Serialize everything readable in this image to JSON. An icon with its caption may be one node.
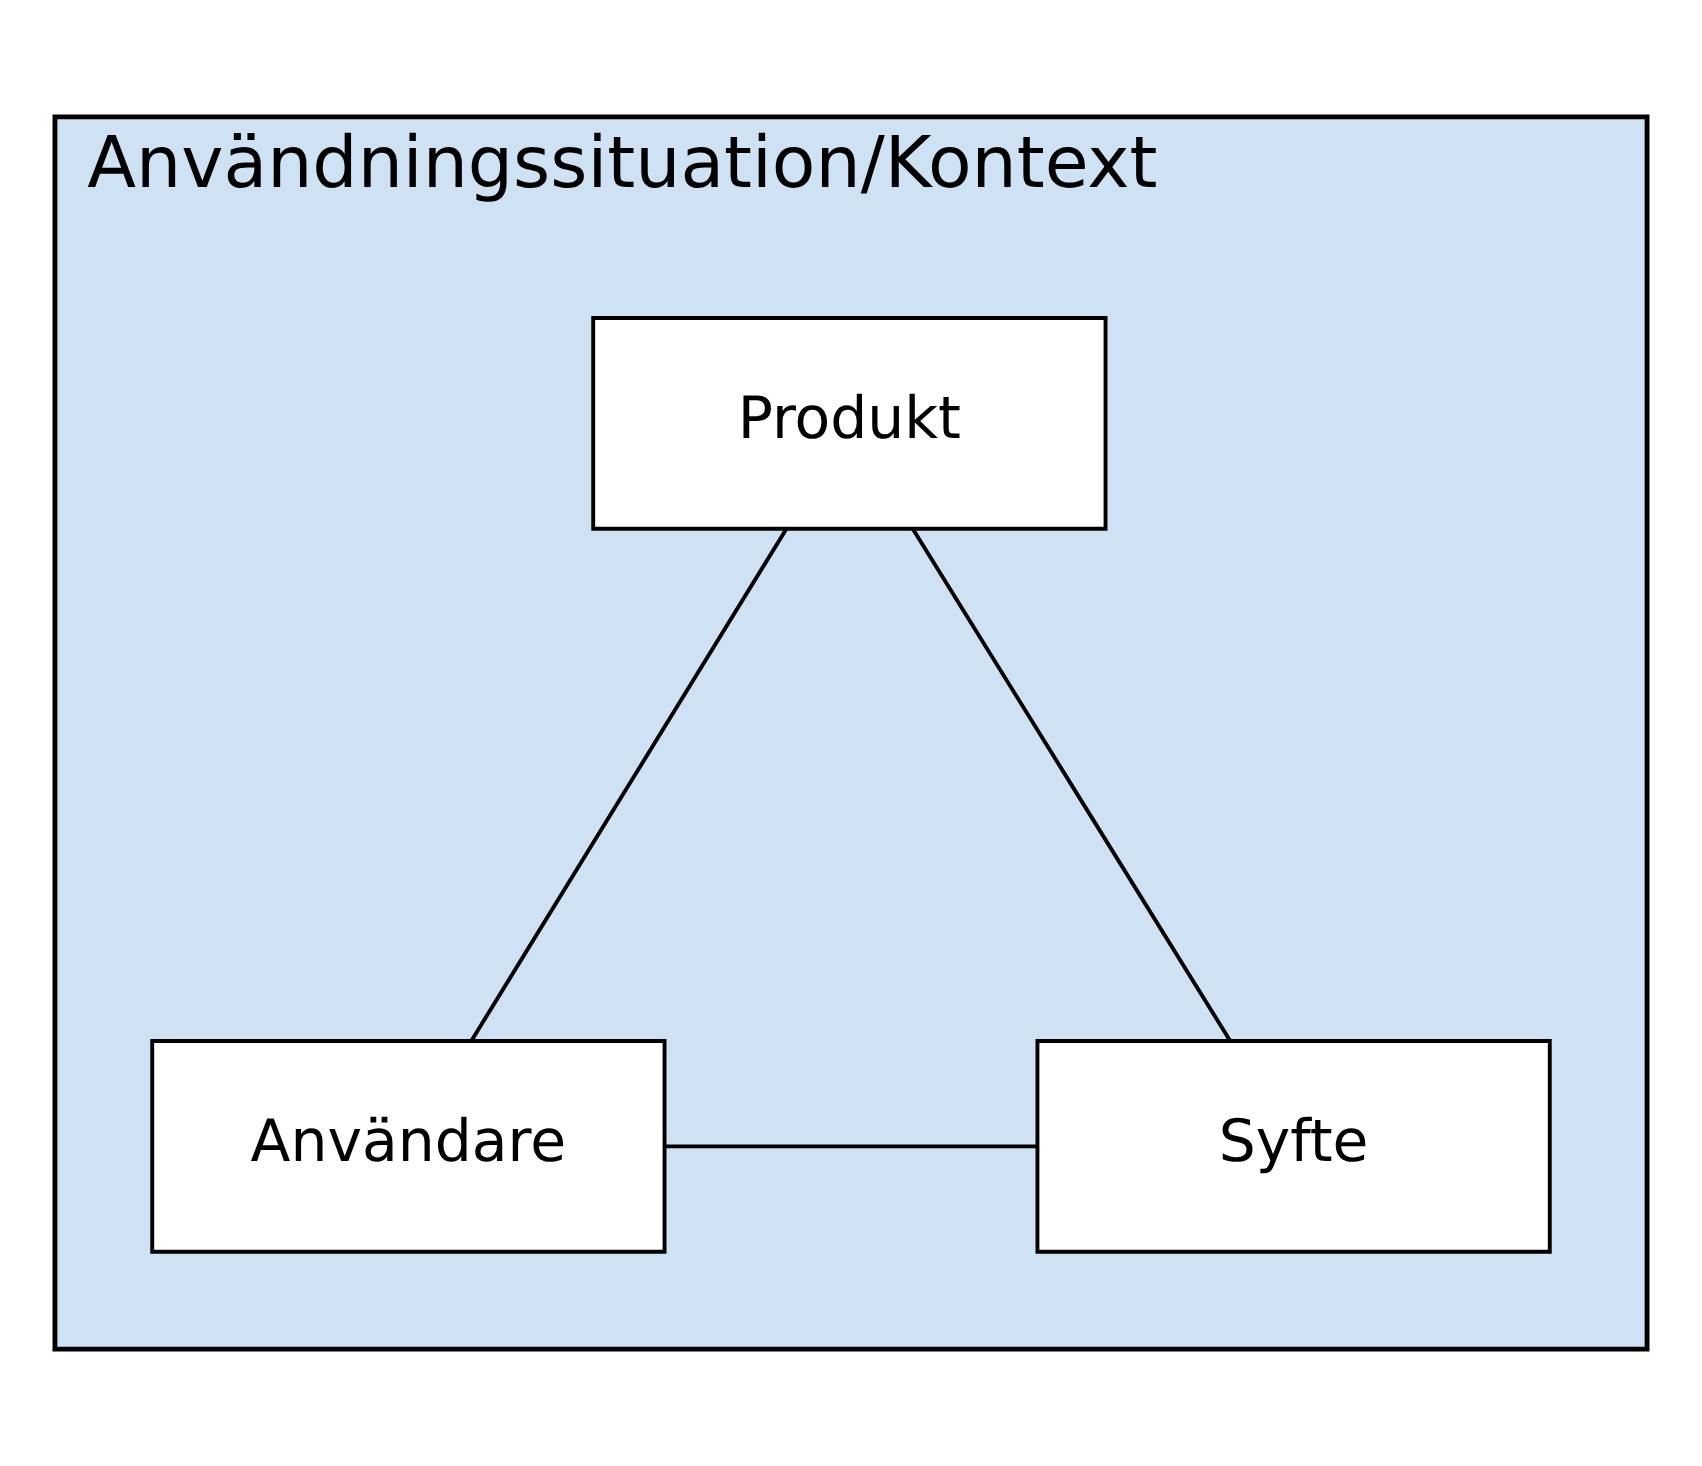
{
  "diagram": {
    "nodes": [
      {
        "text": [
          "Användningssituation/Kontext"
        ]
      },
      {
        "text": [
          "Produkt"
        ],
        "in": 0
      },
      {
        "text": [
          "Användare"
        ],
        "in": 0
      },
      {
        "text": [
          "Syfte"
        ],
        "in": 0
      }
    ],
    "edges": [
      {
        "from": 1,
        "to": 2,
        "arrow": "none"
      },
      {
        "from": 1,
        "to": 3,
        "arrow": "none"
      },
      {
        "from": 2,
        "to": 3,
        "arrow": "none"
      }
    ]
  }
}
